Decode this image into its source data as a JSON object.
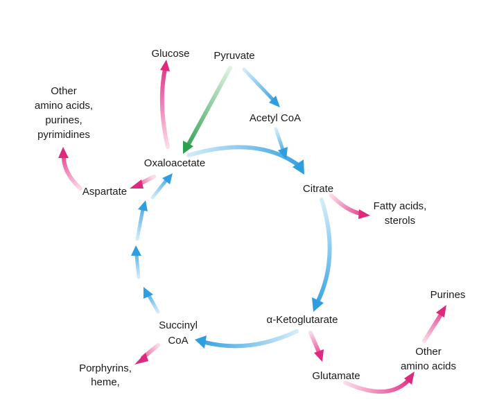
{
  "nodes": {
    "glucose": "Glucose",
    "pyruvate": "Pyruvate",
    "other_aa_1": "Other",
    "other_aa_2": "amino acids,",
    "other_aa_3": "purines,",
    "other_aa_4": "pyrimidines",
    "acetyl_coa": "Acetyl CoA",
    "oxaloacetate": "Oxaloacetate",
    "aspartate": "Aspartate",
    "citrate": "Citrate",
    "fatty_acids_1": "Fatty acids,",
    "fatty_acids_2": "sterols",
    "purines": "Purines",
    "ketoglutarate": "α-Ketoglutarate",
    "succinyl_1": "Succinyl",
    "succinyl_2": "CoA",
    "other_amino_1": "Other",
    "other_amino_2": "amino acids",
    "porphyrins_1": "Porphyrins,",
    "porphyrins_2": "heme,",
    "glutamate": "Glutamate"
  },
  "colors": {
    "cycle": "#3ba6e3",
    "biosynthesis": "#e0287f",
    "pyruvate_to_oxaloacetate": "#2e9e4f"
  }
}
